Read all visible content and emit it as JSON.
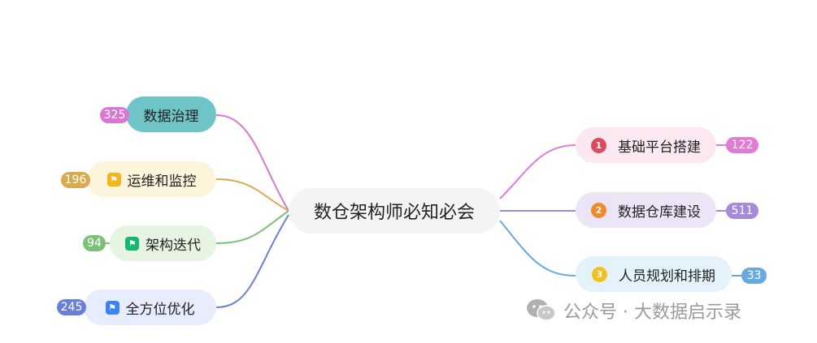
{
  "root": {
    "label": "数仓架构师必知必会"
  },
  "left_branches": [
    {
      "label": "数据治理",
      "count": "325",
      "color": "#d977d1"
    },
    {
      "label": "运维和监控",
      "count": "196",
      "color": "#d9aa50"
    },
    {
      "label": "架构迭代",
      "count": "94",
      "color": "#7bc17a"
    },
    {
      "label": "全方位优化",
      "count": "245",
      "color": "#6b7fd7"
    }
  ],
  "right_branches": [
    {
      "label": "基础平台搭建",
      "index": "1",
      "count": "122",
      "color": "#e27ad6"
    },
    {
      "label": "数据仓库建设",
      "index": "2",
      "count": "511",
      "color": "#a48ad8"
    },
    {
      "label": "人员规划和排期",
      "index": "3",
      "count": "33",
      "color": "#68aadf"
    }
  ],
  "icons": {
    "flag": "flag-icon",
    "wechat": "wechat-icon",
    "flag_colors": [
      "#f2b51c",
      "#14b86a",
      "#3b82f6"
    ],
    "number_colors": [
      "#e0495c",
      "#f08a2c",
      "#f4c01f"
    ]
  },
  "watermark": {
    "text": "公众号 · 大数据启示录"
  }
}
